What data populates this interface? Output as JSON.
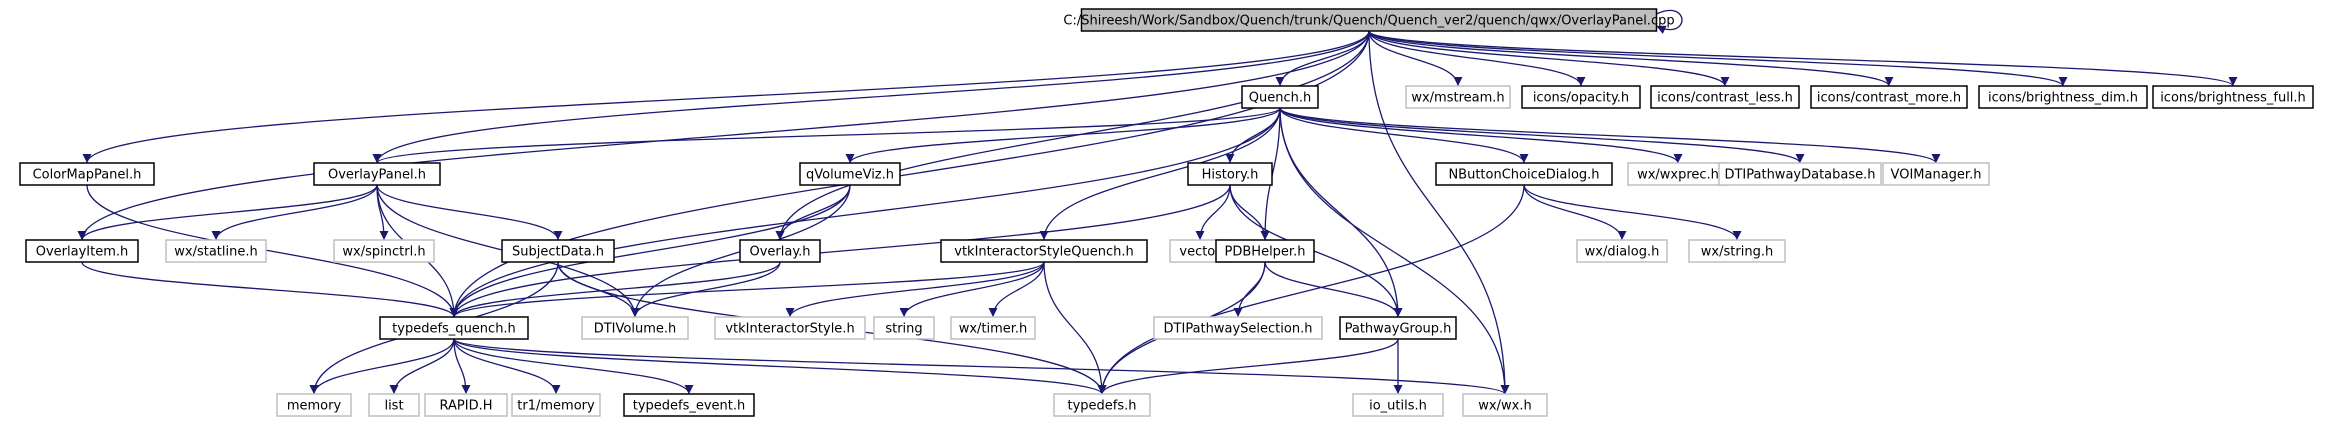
{
  "colors": {
    "edge": "#191970",
    "root_fill": "#bfbfbf",
    "node_border": "#000000",
    "missing_border": "#bfbfbf",
    "text": "#000000"
  },
  "nodes": {
    "root": "C:/Shireesh/Work/Sandbox/Quench/trunk/Quench/Quench_ver2/quench/qwx/OverlayPanel.cpp",
    "quench": "Quench.h",
    "mstream": "wx/mstream.h",
    "opacity": "icons/opacity.h",
    "contrast_less": "icons/contrast_less.h",
    "contrast_more": "icons/contrast_more.h",
    "brightness_dim": "icons/brightness_dim.h",
    "brightness_full": "icons/brightness_full.h",
    "colormappanel": "ColorMapPanel.h",
    "overlaypanel_h": "OverlayPanel.h",
    "qvolumeviz": "qVolumeViz.h",
    "history": "History.h",
    "nbutton": "NButtonChoiceDialog.h",
    "wxprec": "wx/wxprec.h",
    "dtipathwaydb": "DTIPathwayDatabase.h",
    "voimanager": "VOIManager.h",
    "overlayitem": "OverlayItem.h",
    "statline": "wx/statline.h",
    "spinctrl": "wx/spinctrl.h",
    "subjectdata": "SubjectData.h",
    "overlay": "Overlay.h",
    "vtkstylequench": "vtkInteractorStyleQuench.h",
    "vector": "vector",
    "pdbhelper": "PDBHelper.h",
    "dialog": "wx/dialog.h",
    "wxstring": "wx/string.h",
    "typedefs_quench": "typedefs_quench.h",
    "dtivolume": "DTIVolume.h",
    "vtkstyle": "vtkInteractorStyle.h",
    "string": "string",
    "timer": "wx/timer.h",
    "dtipathwaysel": "DTIPathwaySelection.h",
    "pathwaygroup": "PathwayGroup.h",
    "memory": "memory",
    "list": "list",
    "rapid": "RAPID.H",
    "tr1memory": "tr1/memory",
    "typedefs_event": "typedefs_event.h",
    "typedefs": "typedefs.h",
    "ioutils": "io_utils.h",
    "wxh": "wx/wx.h"
  }
}
